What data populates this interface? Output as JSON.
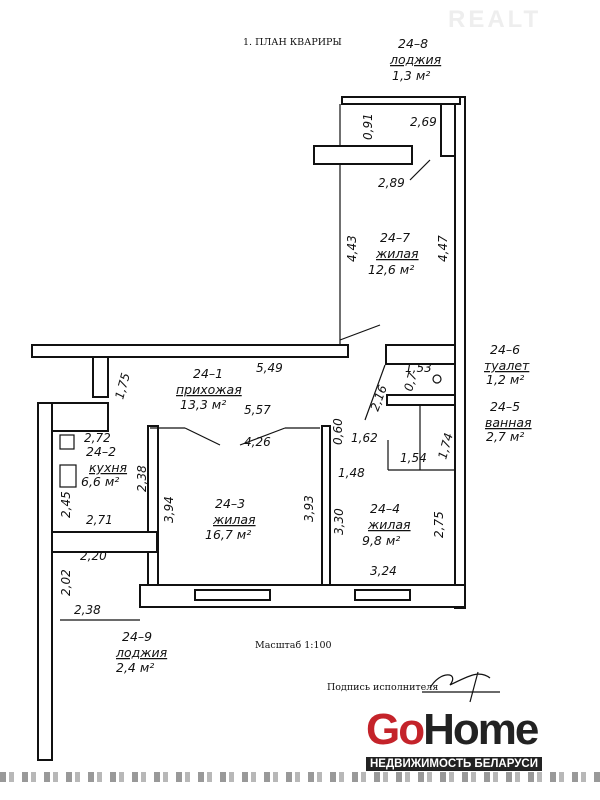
{
  "watermark": "REALT",
  "title": "1. ПЛАН КВАРИРЫ",
  "rooms": [
    {
      "id": "24–8",
      "name": "лоджия",
      "area": "1,3 м²"
    },
    {
      "id": "24–7",
      "name": "жилая",
      "area": "12,6 м²"
    },
    {
      "id": "24–6",
      "name": "туалет",
      "area": "1,2 м²"
    },
    {
      "id": "24–5",
      "name": "ванная",
      "area": "2,7 м²"
    },
    {
      "id": "24–1",
      "name": "прихожая",
      "area": "13,3 м²"
    },
    {
      "id": "24–2",
      "name": "кухня",
      "area": "6,6 м²"
    },
    {
      "id": "24–3",
      "name": "жилая",
      "area": "16,7 м²"
    },
    {
      "id": "24–4",
      "name": "жилая",
      "area": "9,8 м²"
    },
    {
      "id": "24–9",
      "name": "лоджия",
      "area": "2,4 м²"
    }
  ],
  "dimensions": [
    "0,91",
    "2,69",
    "2,89",
    "4,43",
    "4,47",
    "5,49",
    "1,75",
    "1,53",
    "0,7",
    "2,16",
    "5,57",
    "2,72",
    "4,26",
    "0,60",
    "1,62",
    "1,74",
    "1,54",
    "1,48",
    "2,38",
    "3,94",
    "3,93",
    "2,45",
    "2,71",
    "3,30",
    "2,75",
    "2,20",
    "3,24",
    "2,02",
    "2,38"
  ],
  "scale": "Масштаб 1:100",
  "signature_label": "Подпись исполнителя",
  "logo": {
    "go": "Go",
    "home": "Home",
    "tagline": "НЕДВИЖИМОСТЬ БЕЛАРУСИ"
  }
}
